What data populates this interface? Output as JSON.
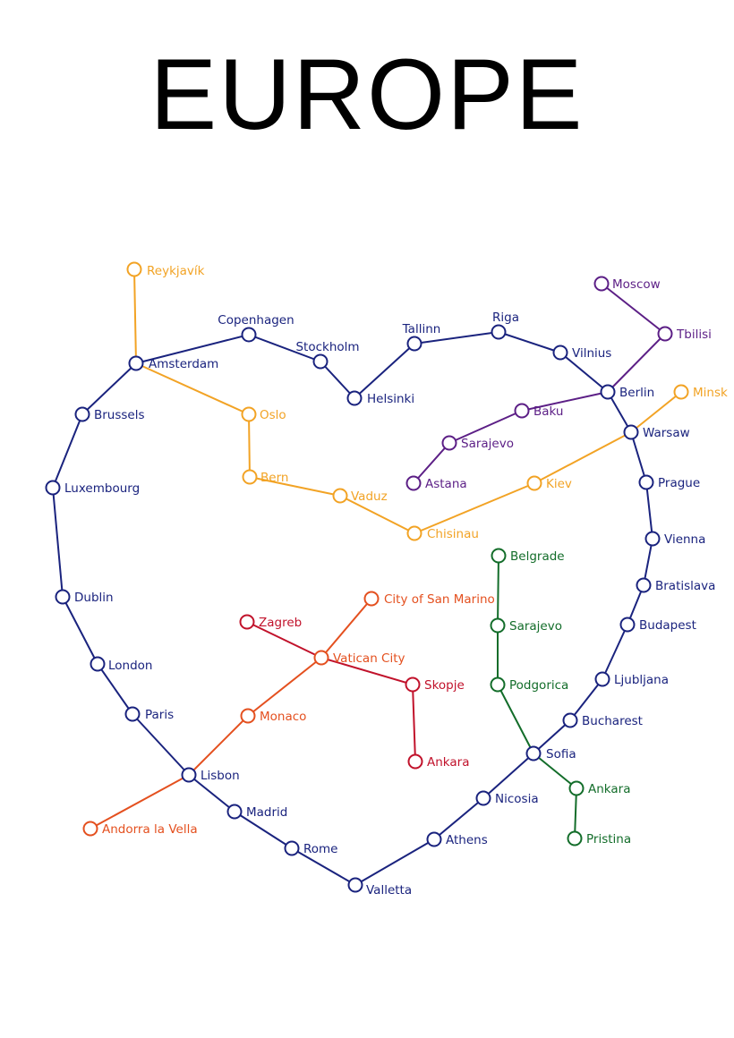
{
  "title": "EUROPE",
  "lines": [
    {
      "color": "#1a237e",
      "stations": [
        "Amsterdam",
        "Copenhagen",
        "Stockholm",
        "Helsinki",
        "Tallinn",
        "Riga",
        "Vilnius",
        "Berlin",
        "Warsaw",
        "Prague",
        "Vienna",
        "Bratislava",
        "Budapest",
        "Ljubljana",
        "Bucharest",
        "Sofia",
        "Nicosia",
        "Athens",
        "Valletta",
        "Rome",
        "Madrid",
        "Lisbon",
        "Paris",
        "London",
        "Dublin",
        "Luxembourg",
        "Brussels",
        "Amsterdam"
      ]
    },
    {
      "color": "#f2a325",
      "stations": [
        "Reykjavík",
        "Amsterdam",
        "Oslo",
        "Bern",
        "Vaduz",
        "Chisinau",
        "Kiev",
        "Warsaw",
        "Minsk"
      ]
    },
    {
      "color": "#5c1f86",
      "stations": [
        "Moscow",
        "Tbilisi",
        "Berlin",
        "Baku",
        "Sarajevo",
        "Astana"
      ]
    },
    {
      "color": "#e4501f",
      "stations": [
        "City of San Marino",
        "Vatican City",
        "Monaco",
        "Lisbon",
        "Andorra la Vella"
      ]
    },
    {
      "color": "#c1122b",
      "stations": [
        "Zagreb",
        "Vatican City",
        "Skopje",
        "Ankara"
      ]
    },
    {
      "color": "#136d2a",
      "stations": [
        "Belgrade",
        "Sarajevo",
        "Podgorica",
        "Sofia",
        "Ankara",
        "Pristina"
      ]
    }
  ]
}
